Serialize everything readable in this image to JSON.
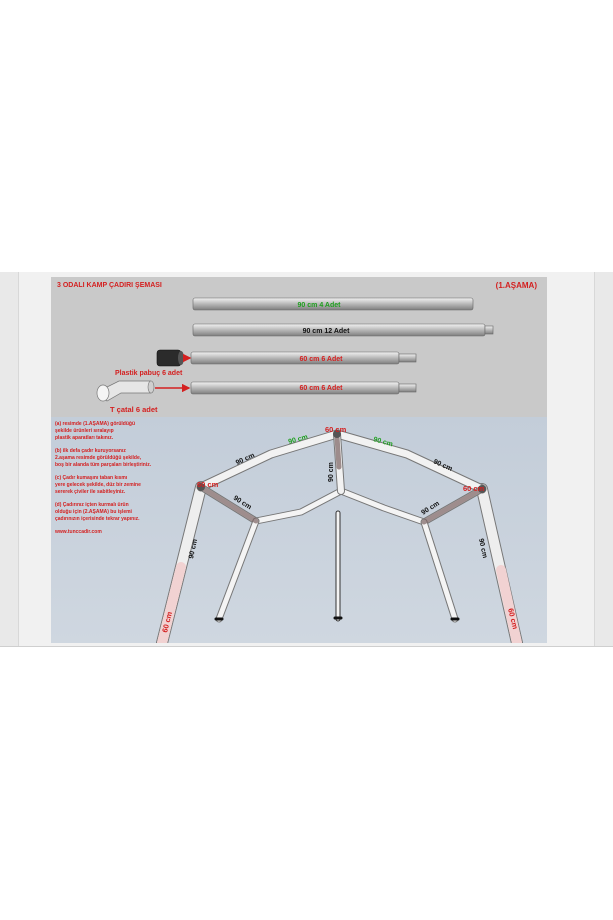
{
  "header": {
    "title": "3 ODALI KAMP ÇADIRI ŞEMASI",
    "stage": "(1.AŞAMA)"
  },
  "parts": {
    "pole_90_4": "90 cm 4 Adet",
    "pole_90_12": "90 cm 12 Adet",
    "pole_60_6a": "60 cm 6 Adet",
    "pole_60_6b": "60 cm 6 Adet",
    "cap_label": "Plastik  pabuç 6 adet",
    "tee_label": "T çatal 6 adet"
  },
  "instructions": {
    "a1": "(a)  resimde (1.AŞAMA) görüldüğü",
    "a2": "şekilde ürünleri sıralayıp",
    "a3": "plastik aparatları takınız.",
    "b1": "(b) ilk defa çadır kuruyorsanız",
    "b2": "2.aşama resimde görüldüğü şekilde,",
    "b3": "boş bir alanda tüm parçaları birleştiriniz.",
    "c1": "(c)  Çadır kumaşını taban kısmı",
    "c2": "yere gelecek şekilde, düz bir zemine",
    "c3": "sererek çiviler ile sabitleyiniz.",
    "d1": "(d)  Çadırınız içten kurmalı ürün",
    "d2": "olduğu için  (2.AŞAMA) bu işlemi",
    "d3": "çadırınızın içerisinde tekrar yapınız.",
    "website": "www.tunccadir.com"
  },
  "frame_labels": {
    "top_left_90": "90 cm",
    "top_green_left": "90 cm",
    "top_green_right": "90 cm",
    "top_right_90": "90 cm",
    "apex_60": "60 cm",
    "center_90": "90 cm",
    "left_60": "60 cm",
    "right_60": "60 cm",
    "inner_left_90": "90 cm",
    "inner_right_90": "90 cm",
    "left_leg_90": "90 cm",
    "right_leg_90": "90 cm",
    "left_leg_60": "60 cm",
    "right_leg_60": "60 cm"
  },
  "colors": {
    "title_red": "#d42020",
    "label_green": "#1e9e1e",
    "panel_gray": "#c9c9c9",
    "floor_blue": "#c7d1dc"
  }
}
